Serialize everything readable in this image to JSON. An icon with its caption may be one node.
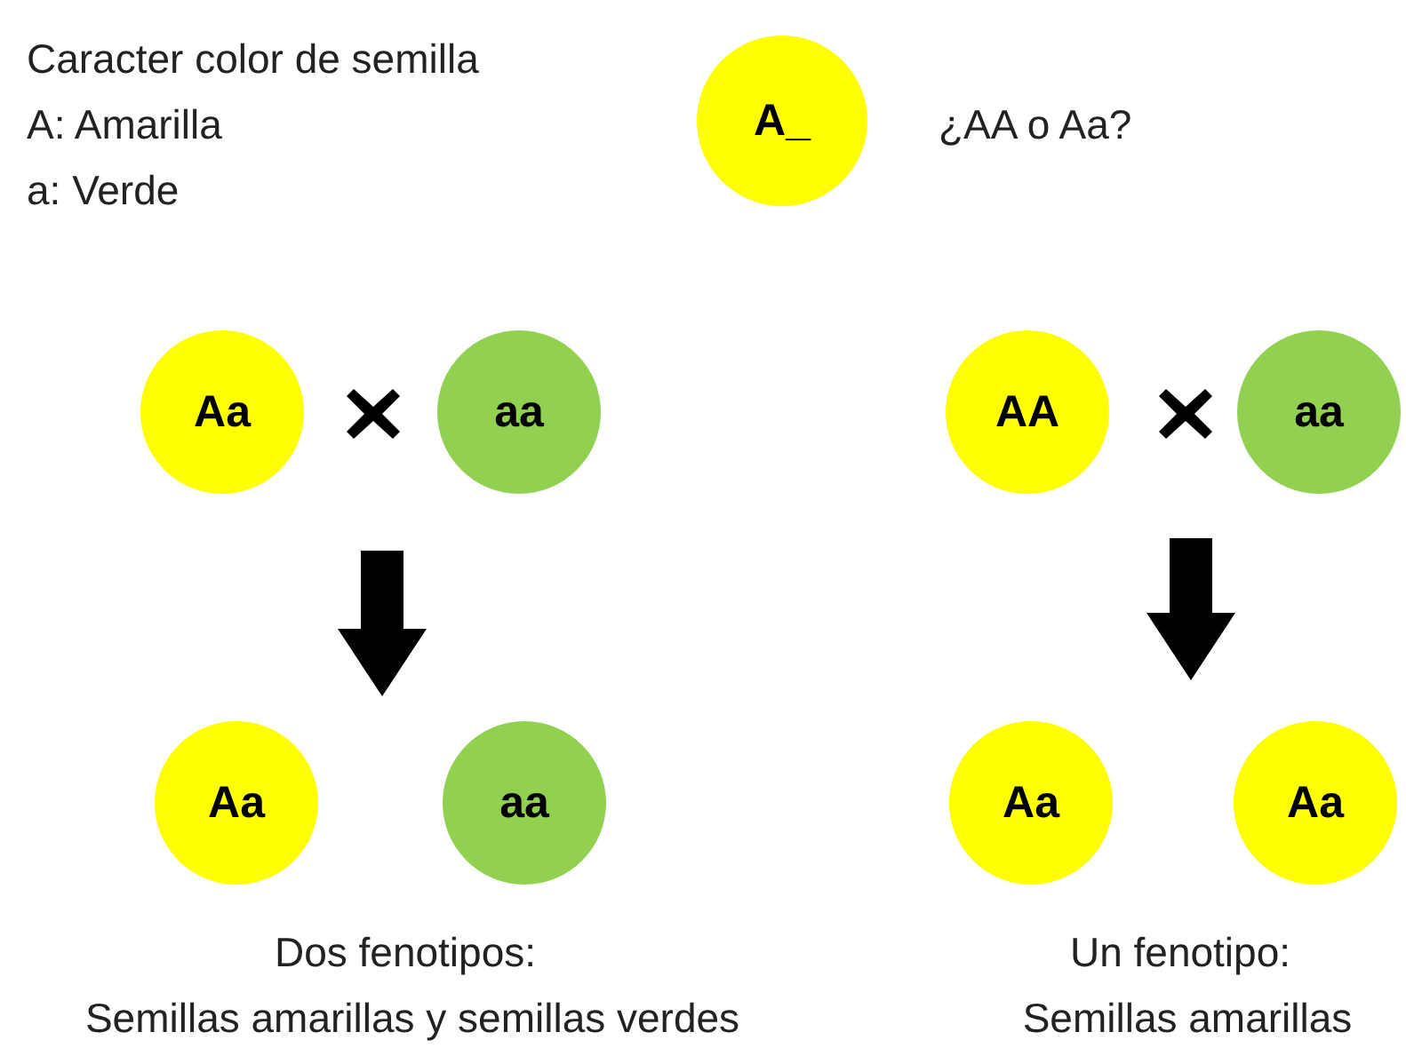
{
  "diagram": {
    "nodes": [
      {
        "text": [
          "A_"
        ]
      },
      {
        "text": [
          "Aa"
        ]
      },
      {
        "text": [
          "aa"
        ]
      },
      {
        "text": [
          "AA"
        ]
      },
      {
        "text": [
          "aa"
        ]
      },
      {
        "text": [
          "Aa"
        ]
      },
      {
        "text": [
          "aa"
        ]
      },
      {
        "text": [
          "Aa"
        ]
      },
      {
        "text": [
          "Aa"
        ]
      }
    ],
    "labels": [
      "Caracter color de semilla",
      "A: Amarilla",
      "a: Verde",
      "¿AA o Aa?",
      "Dos fenotipos:",
      "Semillas amarillas y semillas verdes",
      "Un fenotipo:",
      "Semillas amarillas"
    ]
  }
}
